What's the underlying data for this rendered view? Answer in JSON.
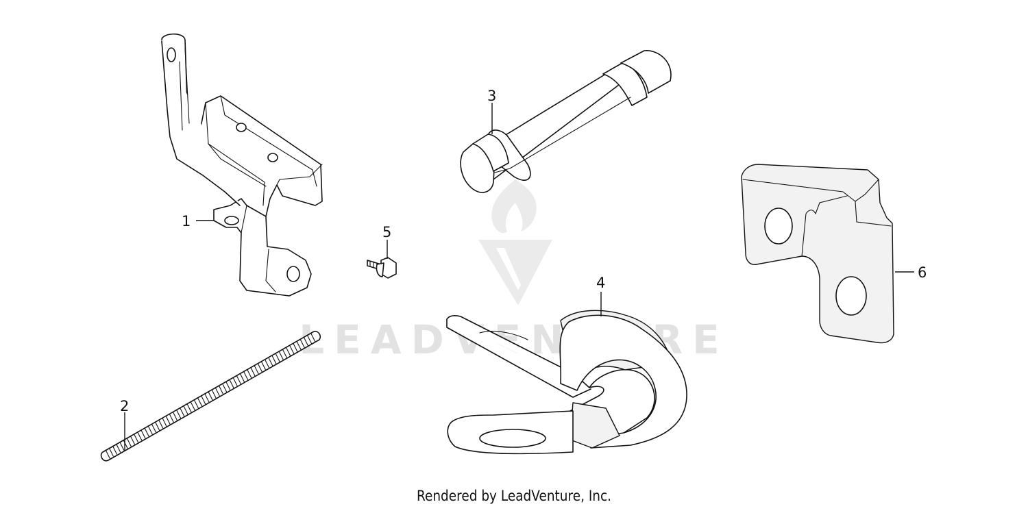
{
  "footer": {
    "text": "Rendered by LeadVenture, Inc."
  },
  "watermark": {
    "text": "LEADVENTURE",
    "color": "#e2e2e2"
  },
  "callouts": [
    {
      "id": "part-1",
      "label": "1"
    },
    {
      "id": "part-2",
      "label": "2"
    },
    {
      "id": "part-3",
      "label": "3"
    },
    {
      "id": "part-4",
      "label": "4"
    },
    {
      "id": "part-5",
      "label": "5"
    },
    {
      "id": "part-6",
      "label": "6"
    }
  ],
  "colors": {
    "line": "#111111",
    "background": "#ffffff"
  }
}
